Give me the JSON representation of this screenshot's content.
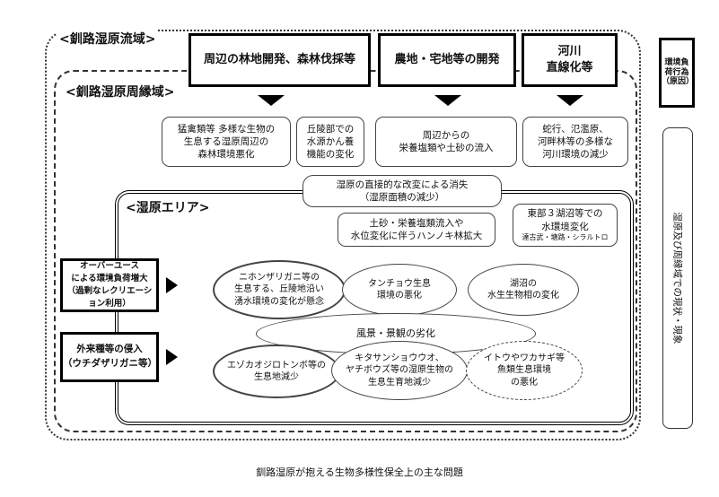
{
  "outer_region": {
    "label": "<釧路湿原流域>"
  },
  "peri_region": {
    "label": "<釧路湿原周縁域>"
  },
  "wetland_region": {
    "label": "<湿原エリア>"
  },
  "causes": [
    "周辺の林地開発、森林伐採等",
    "農地・宅地等の開発",
    "河川\n直線化等"
  ],
  "peri_impacts": [
    "猛禽類等 多様な生物の\n生息する湿原周辺の\n森林環境悪化",
    "丘陵部での\n水源かん養\n機能の変化",
    "周辺からの\n栄養塩類や土砂の流入",
    "蛇行、氾濫原、\n河畔林等の多様な\n河川環境の減少"
  ],
  "wetland_impacts": {
    "direct_loss": "湿原の直接的な改変による消失\n（湿原面積の減少）",
    "sediment": "土砂・栄養塩類流入や\n水位変化に伴うハンノキ林拡大",
    "lakes": "東部３湖沼等での\n水環境変化",
    "lakes_sub": "達古武・塘路・シラルトロ"
  },
  "ellipses": [
    "ニホンザリガニ等の\n生息する、丘陵地沿い\n湧水環境の変化が懸念",
    "タンチョウ生息\n環境の悪化",
    "湖沼の\n水生生物相の変化",
    "風景・景観の劣化",
    "エゾカオジロトンボ等の\n生息地減少",
    "キタサンショウウオ、\nヤチボウズ等の湿原生物の\n生息生育地減少",
    "イトウやワカサギ等\n魚類生息環境\nの悪化"
  ],
  "left_causes": [
    "オーバーユース\nによる環境負荷増大\n（過剰なレクリエーション利用）",
    "外来種等の侵入\n（ウチダザリガニ等）"
  ],
  "right_labels": {
    "top": "環境負荷行為\n（原因）",
    "side": "湿原及び周縁域での現状・現象"
  },
  "caption": "釧路湿原が抱える生物多様性保全上の主な問題"
}
